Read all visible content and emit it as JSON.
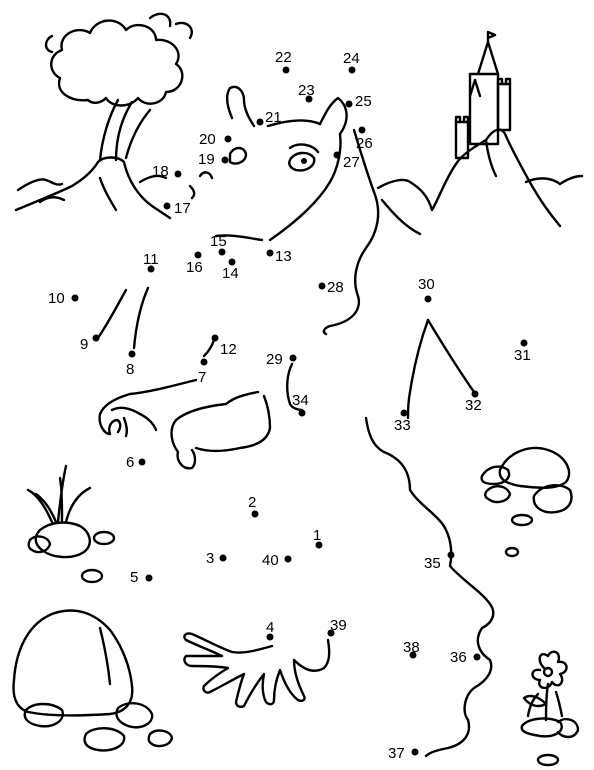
{
  "worksheet": {
    "dots": [
      {
        "n": "1"
      },
      {
        "n": "2"
      },
      {
        "n": "3"
      },
      {
        "n": "4"
      },
      {
        "n": "5"
      },
      {
        "n": "6"
      },
      {
        "n": "7"
      },
      {
        "n": "8"
      },
      {
        "n": "9"
      },
      {
        "n": "10"
      },
      {
        "n": "11"
      },
      {
        "n": "12"
      },
      {
        "n": "13"
      },
      {
        "n": "14"
      },
      {
        "n": "15"
      },
      {
        "n": "16"
      },
      {
        "n": "17"
      },
      {
        "n": "18"
      },
      {
        "n": "19"
      },
      {
        "n": "20"
      },
      {
        "n": "21"
      },
      {
        "n": "22"
      },
      {
        "n": "23"
      },
      {
        "n": "24"
      },
      {
        "n": "25"
      },
      {
        "n": "26"
      },
      {
        "n": "27"
      },
      {
        "n": "28"
      },
      {
        "n": "29"
      },
      {
        "n": "30"
      },
      {
        "n": "31"
      },
      {
        "n": "32"
      },
      {
        "n": "33"
      },
      {
        "n": "34"
      },
      {
        "n": "35"
      },
      {
        "n": "36"
      },
      {
        "n": "37"
      },
      {
        "n": "38"
      },
      {
        "n": "39"
      },
      {
        "n": "40"
      }
    ]
  }
}
